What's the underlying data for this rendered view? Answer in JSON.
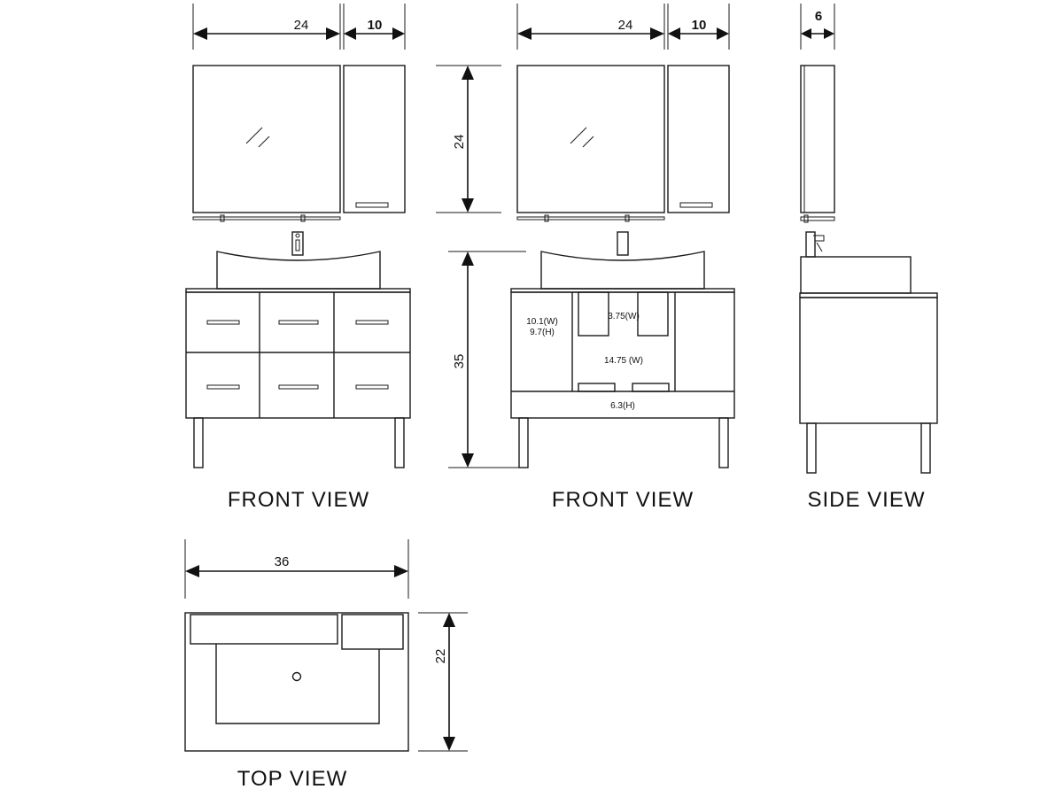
{
  "views": {
    "front_left": "FRONT VIEW",
    "front_right": "FRONT VIEW",
    "side": "SIDE VIEW",
    "top": "TOP VIEW"
  },
  "dimensions": {
    "mirror_width_left": "24",
    "cabinet_width_left": "10",
    "mirror_width_right": "24",
    "cabinet_width_right": "10",
    "side_depth": "6",
    "mirror_height": "24",
    "vanity_height": "35",
    "top_width": "36",
    "top_depth": "22"
  },
  "interior_labels": {
    "left_compartment_w": "10.1(W)",
    "left_compartment_h": "9.7(H)",
    "drawer_width": "3.75(W)",
    "center_width": "14.75 (W)",
    "bottom_height": "6.3(H)"
  }
}
